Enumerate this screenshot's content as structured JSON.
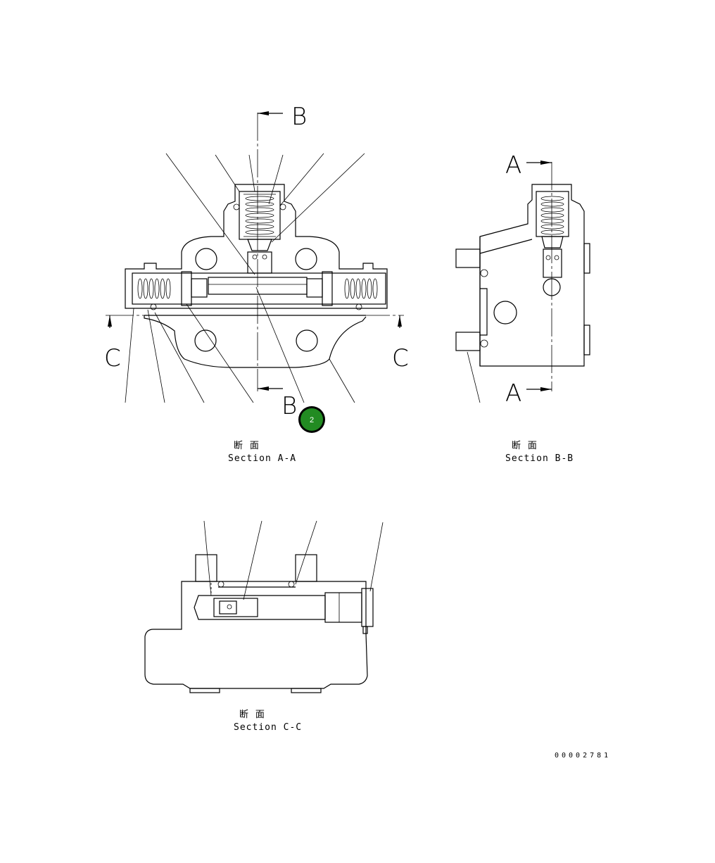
{
  "sections": {
    "a": {
      "jp": "断 面",
      "en": "Section A-A"
    },
    "b": {
      "jp": "断 面",
      "en": "Section B-B"
    },
    "c": {
      "jp": "断 面",
      "en": "Section C-C"
    }
  },
  "cut_labels": {
    "a": "A",
    "b": "B",
    "c": "C"
  },
  "drawing_number": "00002781",
  "callout": {
    "number": "2",
    "color": "#228B22"
  }
}
